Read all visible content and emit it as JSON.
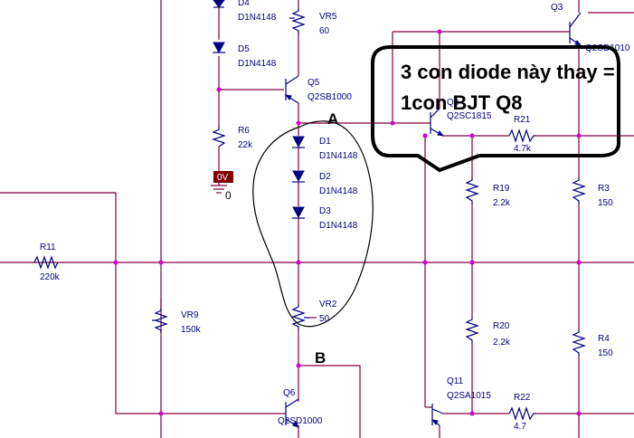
{
  "components": {
    "d4": {
      "name": "D4",
      "value": "D1N4148"
    },
    "d5": {
      "name": "D5",
      "value": "D1N4148"
    },
    "vr5": {
      "name": "VR5",
      "value": "60"
    },
    "q5": {
      "name": "Q5",
      "value": "Q2SB1000"
    },
    "r6": {
      "name": "R6",
      "value": "22k"
    },
    "d1": {
      "name": "D1",
      "value": "D1N4148"
    },
    "d2": {
      "name": "D2",
      "value": "D1N4148"
    },
    "d3": {
      "name": "D3",
      "value": "D1N4148"
    },
    "vr2": {
      "name": "VR2",
      "value": "50"
    },
    "vr9": {
      "name": "VR9",
      "value": "150k"
    },
    "r11": {
      "name": "R11",
      "value": "220k"
    },
    "q6": {
      "name": "Q6",
      "value": "Q2SD1000"
    },
    "q3": {
      "name": "Q3",
      "value": "Q2SD1010"
    },
    "q8": {
      "name": "Q8",
      "value": "Q2SC1815"
    },
    "r21": {
      "name": "R21",
      "value": "4.7k"
    },
    "r19": {
      "name": "R19",
      "value": "2.2k"
    },
    "r3": {
      "name": "R3",
      "value": "150"
    },
    "r20": {
      "name": "R20",
      "value": "2.2k"
    },
    "r4": {
      "name": "R4",
      "value": "150"
    },
    "q11": {
      "name": "Q11",
      "value": "Q2SA1015"
    },
    "r22": {
      "name": "R22",
      "value": "4.7"
    }
  },
  "ground": {
    "badge": "0V",
    "label": "0"
  },
  "annotations": {
    "point_a": "A",
    "point_b": "B",
    "callout_line1": "3 con diode này thay =",
    "callout_line2": "1con BJT Q8"
  },
  "colors": {
    "wire": "#800040",
    "component": "#000080",
    "junction": "#d000d0",
    "badge": "#800000"
  }
}
